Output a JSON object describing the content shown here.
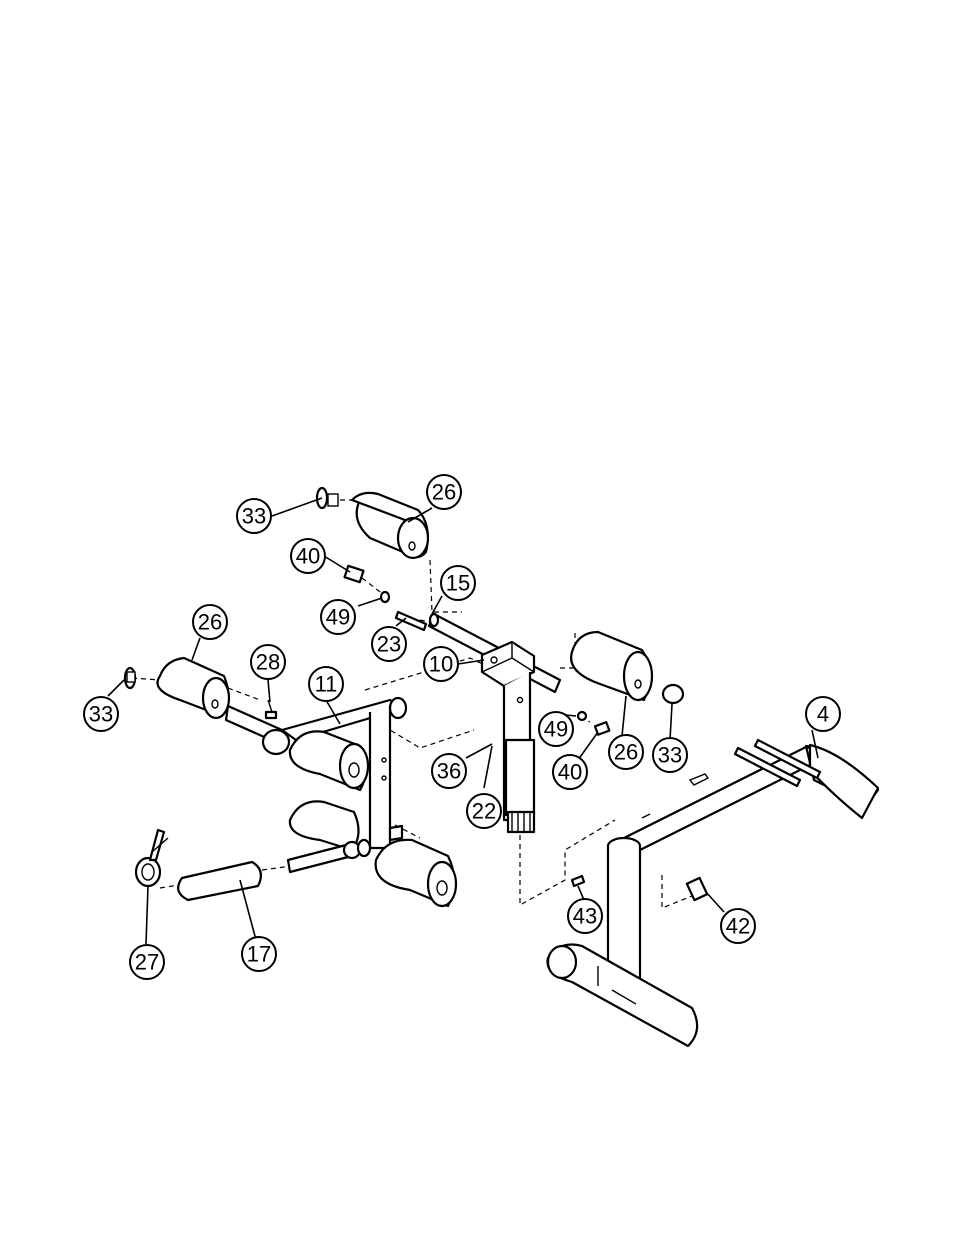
{
  "callouts": [
    {
      "id": "c-26-top",
      "label": "26"
    },
    {
      "id": "c-33-top",
      "label": "33"
    },
    {
      "id": "c-40-top",
      "label": "40"
    },
    {
      "id": "c-15",
      "label": "15"
    },
    {
      "id": "c-49-top",
      "label": "49"
    },
    {
      "id": "c-23",
      "label": "23"
    },
    {
      "id": "c-10",
      "label": "10"
    },
    {
      "id": "c-26-left",
      "label": "26"
    },
    {
      "id": "c-28",
      "label": "28"
    },
    {
      "id": "c-11",
      "label": "11"
    },
    {
      "id": "c-33-left",
      "label": "33"
    },
    {
      "id": "c-49-right",
      "label": "49"
    },
    {
      "id": "c-26-right",
      "label": "26"
    },
    {
      "id": "c-33-right",
      "label": "33"
    },
    {
      "id": "c-40-right",
      "label": "40"
    },
    {
      "id": "c-4",
      "label": "4"
    },
    {
      "id": "c-36",
      "label": "36"
    },
    {
      "id": "c-22",
      "label": "22"
    },
    {
      "id": "c-43",
      "label": "43"
    },
    {
      "id": "c-42",
      "label": "42"
    },
    {
      "id": "c-27",
      "label": "27"
    },
    {
      "id": "c-17",
      "label": "17"
    }
  ]
}
